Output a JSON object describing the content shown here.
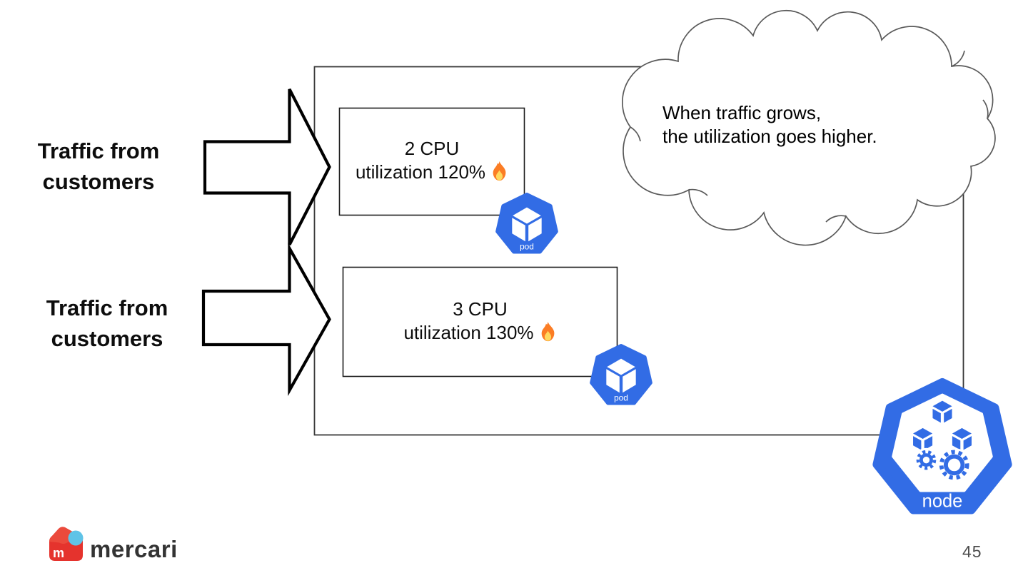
{
  "page": {
    "number": "45"
  },
  "traffic_labels": [
    {
      "line1": "Traffic from",
      "line2": "customers"
    },
    {
      "line1": "Traffic from",
      "line2": "customers"
    }
  ],
  "pods": [
    {
      "cpu": "2 CPU",
      "utilization": "utilization 120%",
      "icon_label": "pod"
    },
    {
      "cpu": "3 CPU",
      "utilization": "utilization 130%",
      "icon_label": "pod"
    }
  ],
  "node": {
    "icon_label": "node"
  },
  "callout": {
    "line1": "When traffic grows,",
    "line2": "the utilization goes higher."
  },
  "footer": {
    "logo_brand": "mercari",
    "logo_mark_letter": "m"
  },
  "icons": {
    "fire": "fire-icon",
    "pod": "kubernetes-pod-icon",
    "node": "kubernetes-node-icon",
    "logo": "mercari-logo-icon",
    "arrows": "block-arrow-right-icon",
    "callout_shape": "cloud-callout"
  },
  "colors": {
    "kubernetes_blue": "#326CE5",
    "mercari_red": "#E5332D",
    "mercari_light_blue": "#5FC3E7",
    "flame_orange": "#FB7D25",
    "flame_yellow": "#FFD95E",
    "box_outline": "#1A1A1A",
    "cloud_outline": "#595959",
    "wordmark_dark": "#333333",
    "page_number_gray": "#4D4D4D"
  }
}
